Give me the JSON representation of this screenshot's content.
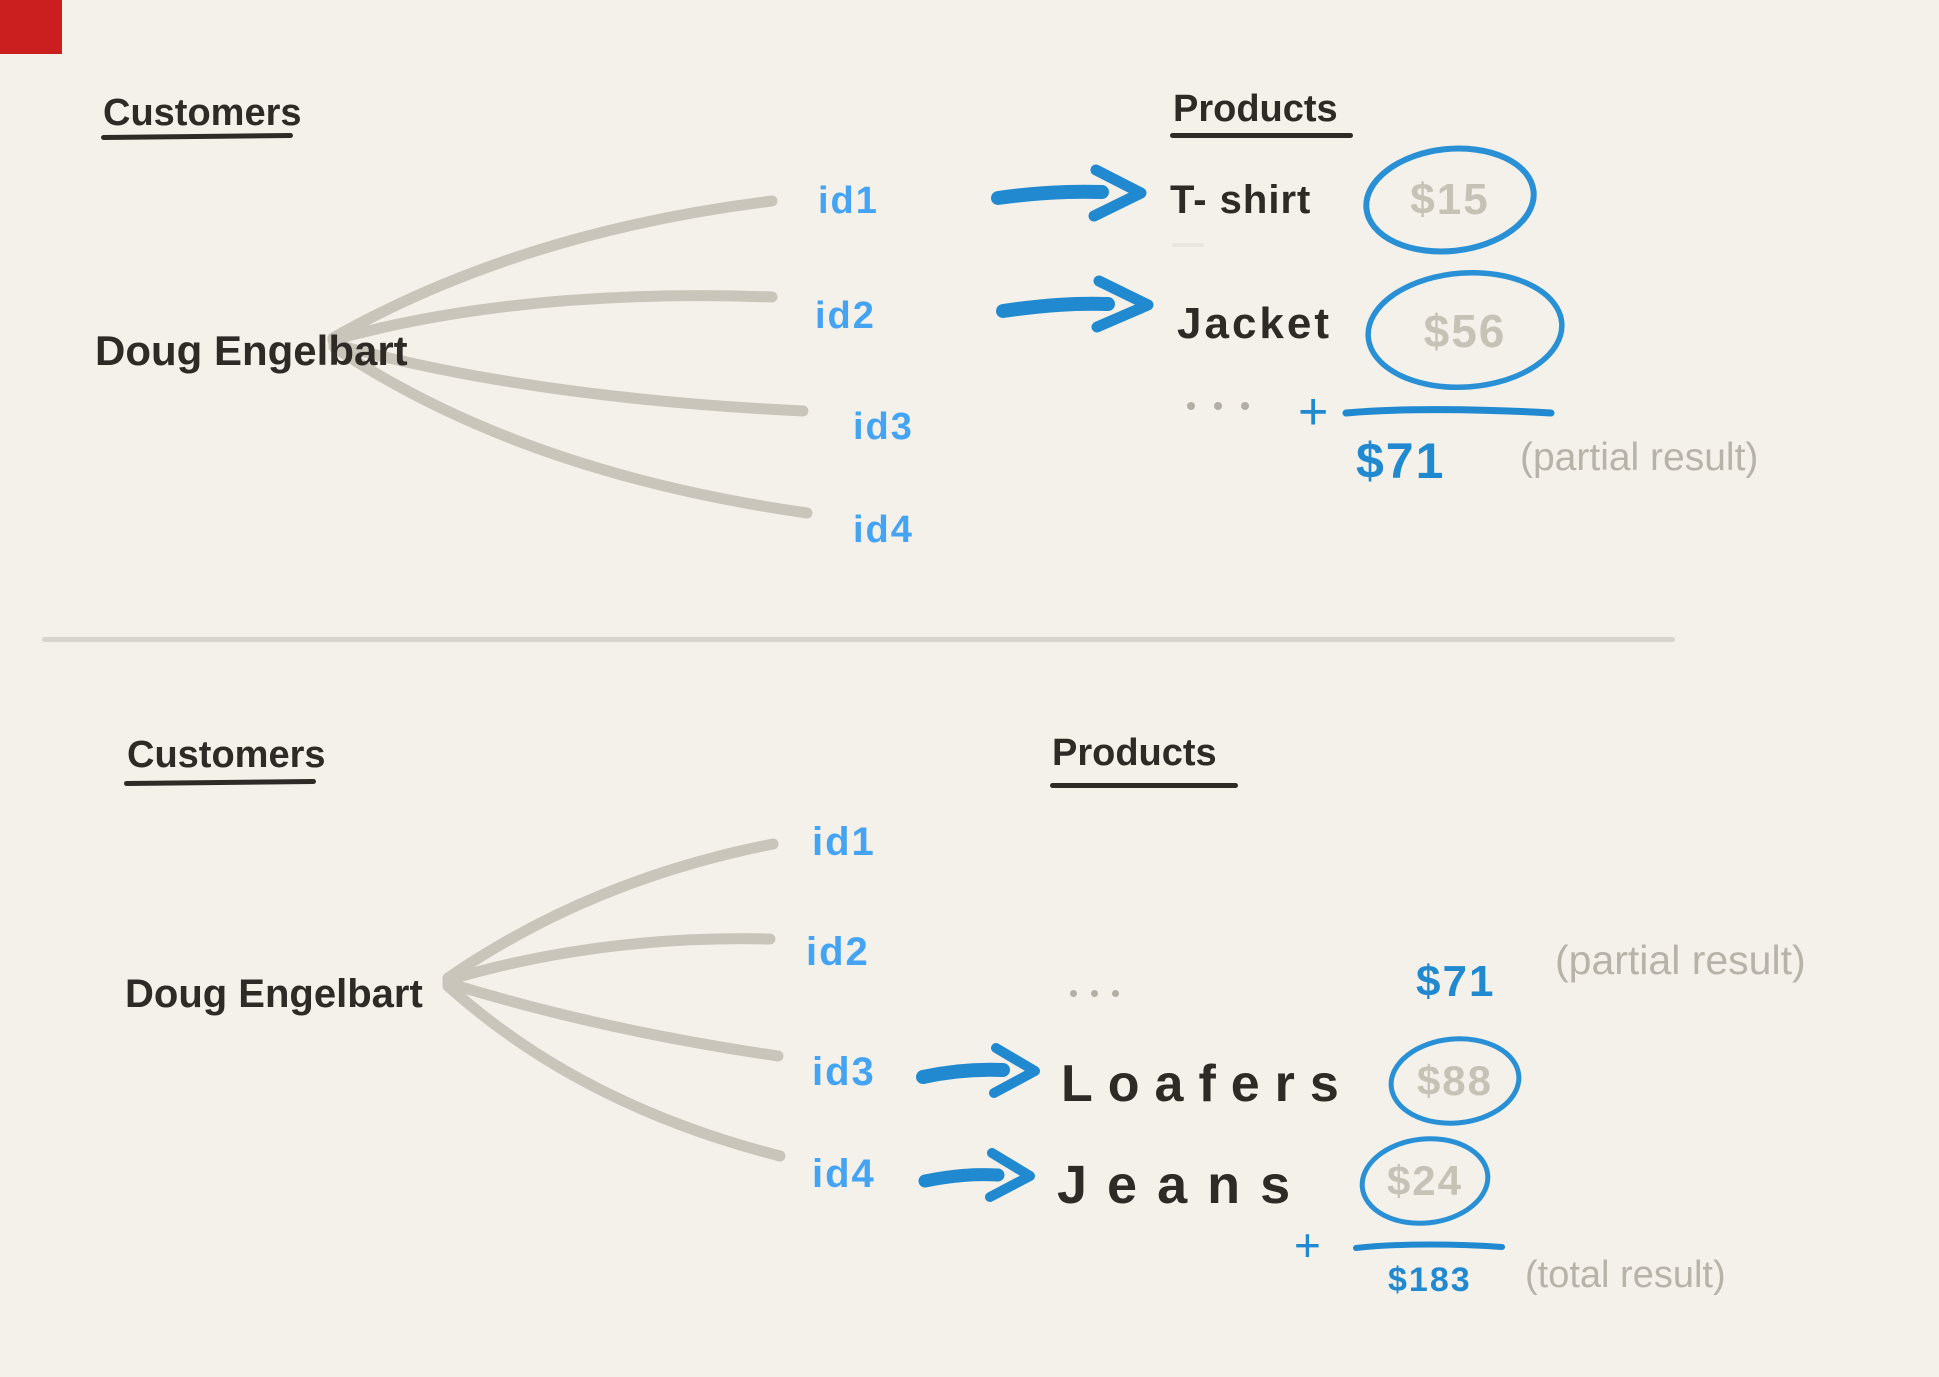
{
  "top": {
    "customers_heading": "Customers",
    "products_heading": "Products",
    "customer_name": "Doug Engelbart",
    "ids": [
      "id1",
      "id2",
      "id3",
      "id4"
    ],
    "products": [
      {
        "name": "T- shirt",
        "price": "$15"
      },
      {
        "name": "Jacket",
        "price": "$56"
      }
    ],
    "ellipsis": "...",
    "plus_sign": "+",
    "partial_sum": "$71",
    "partial_label": "(partial result)"
  },
  "bottom": {
    "customers_heading": "Customers",
    "products_heading": "Products",
    "customer_name": "Doug Engelbart",
    "ids": [
      "id1",
      "id2",
      "id3",
      "id4"
    ],
    "ellipsis": "...",
    "carried_sum": "$71",
    "carried_label": "(partial result)",
    "products": [
      {
        "name": "Loafers",
        "price": "$88"
      },
      {
        "name": "Jeans",
        "price": "$24"
      }
    ],
    "plus_sign": "+",
    "total_sum": "$183",
    "total_label": "(total result)"
  },
  "colors": {
    "background": "#f3f1ea",
    "ink": "#2e2b27",
    "id_blue": "#44a4f3",
    "accent_blue": "#2189cf",
    "gray_stroke": "#c9c5ba",
    "gray_text": "#b7b3a9",
    "price_gray": "#c6c2b6",
    "divider": "#d7d4cb",
    "marker_red": "#cb1f1f"
  }
}
